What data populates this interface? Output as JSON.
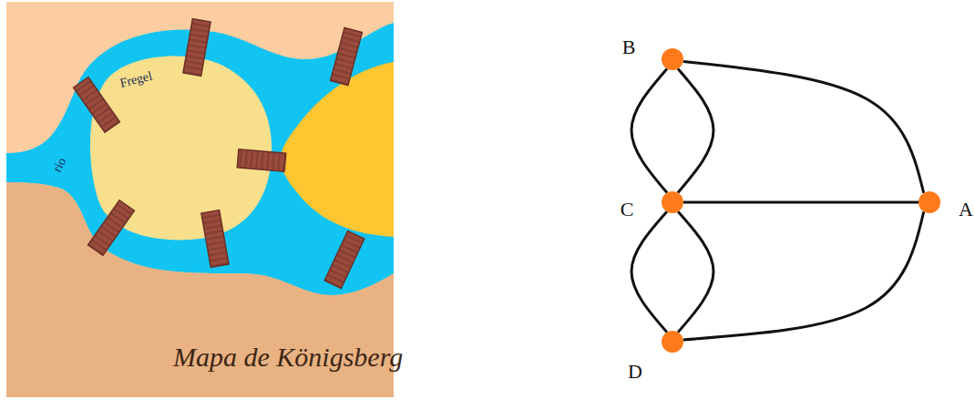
{
  "diagram": {
    "nodes": [
      {
        "text": [
          "B"
        ]
      },
      {
        "text": [
          "C"
        ]
      },
      {
        "text": [
          "A"
        ]
      },
      {
        "text": [
          "D"
        ]
      }
    ],
    "edges": [
      {
        "from": 0,
        "to": 1,
        "arrow": "none"
      },
      {
        "from": 0,
        "to": 1,
        "arrow": "none"
      },
      {
        "from": 0,
        "to": 2,
        "arrow": "none"
      },
      {
        "from": 1,
        "to": 3,
        "arrow": "none"
      },
      {
        "from": 1,
        "to": 3,
        "arrow": "none"
      },
      {
        "from": 1,
        "to": 2,
        "arrow": "none"
      },
      {
        "from": 3,
        "to": 2,
        "arrow": "none"
      }
    ],
    "labels": [
      "Fregel",
      "rio",
      "Mapa de Königsberg"
    ]
  }
}
